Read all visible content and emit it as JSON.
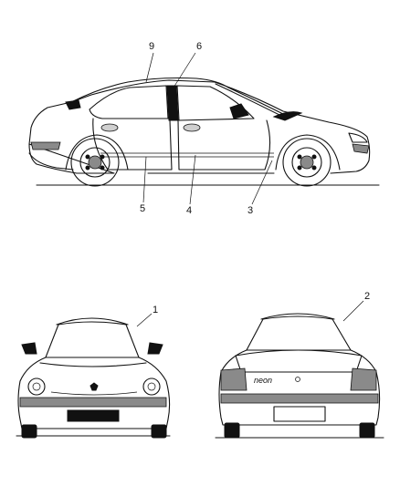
{
  "callouts": {
    "c1": "1",
    "c2": "2",
    "c3": "3",
    "c4": "4",
    "c5": "5",
    "c6": "6",
    "c9": "9"
  },
  "rear_badge_text": "neon",
  "colors": {
    "line": "#111111",
    "trim_shade": "#8a8a8a",
    "light_shade": "#cfcfcf",
    "background": "#ffffff"
  }
}
